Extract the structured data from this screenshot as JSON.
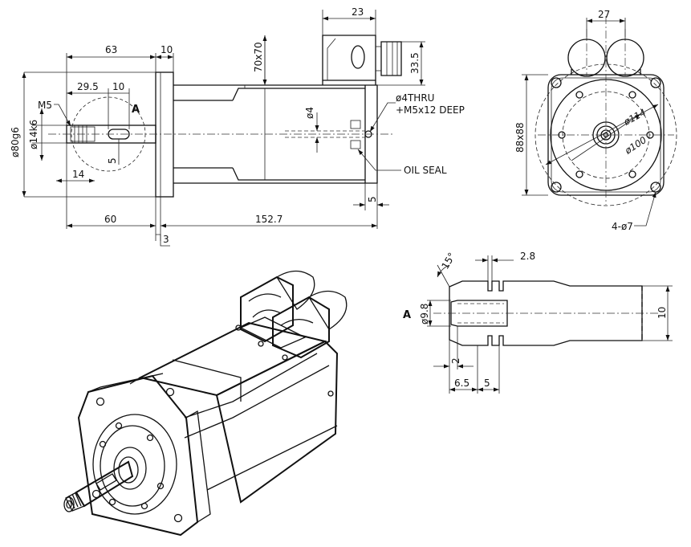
{
  "side_view": {
    "dim_63": "63",
    "dim_10_top": "10",
    "dim_29_5": "29.5",
    "dim_10_inner": "10",
    "dim_m5": "M5",
    "dim_a": "A",
    "dim_14k6": "ø14k6",
    "dim_80g6": "ø80g6",
    "dim_5_key": "5",
    "dim_14_bottom": "14",
    "dim_60": "60",
    "dim_3": "3",
    "dim_152_7": "152.7",
    "dim_23": "23",
    "dim_33_5": "33.5",
    "dim_70x70": "70x70",
    "dim_4": "ø4",
    "thru_line1": "ø4THRU",
    "thru_line2": "+M5x12 DEEP",
    "oil_seal": "OIL SEAL",
    "dim_5_rear": "5"
  },
  "front_view": {
    "dim_27": "27",
    "dim_88x88": "88x88",
    "dim_114": "ø114",
    "dim_100": "ø100",
    "holes": "4-ø7"
  },
  "detail_a": {
    "label_a": "A",
    "angle": "15°",
    "dim_2_8": "2.8",
    "dim_9_8": "ø9.8",
    "dim_2": "2",
    "dim_6_5": "6.5",
    "dim_5": "5",
    "dim_10": "10"
  }
}
